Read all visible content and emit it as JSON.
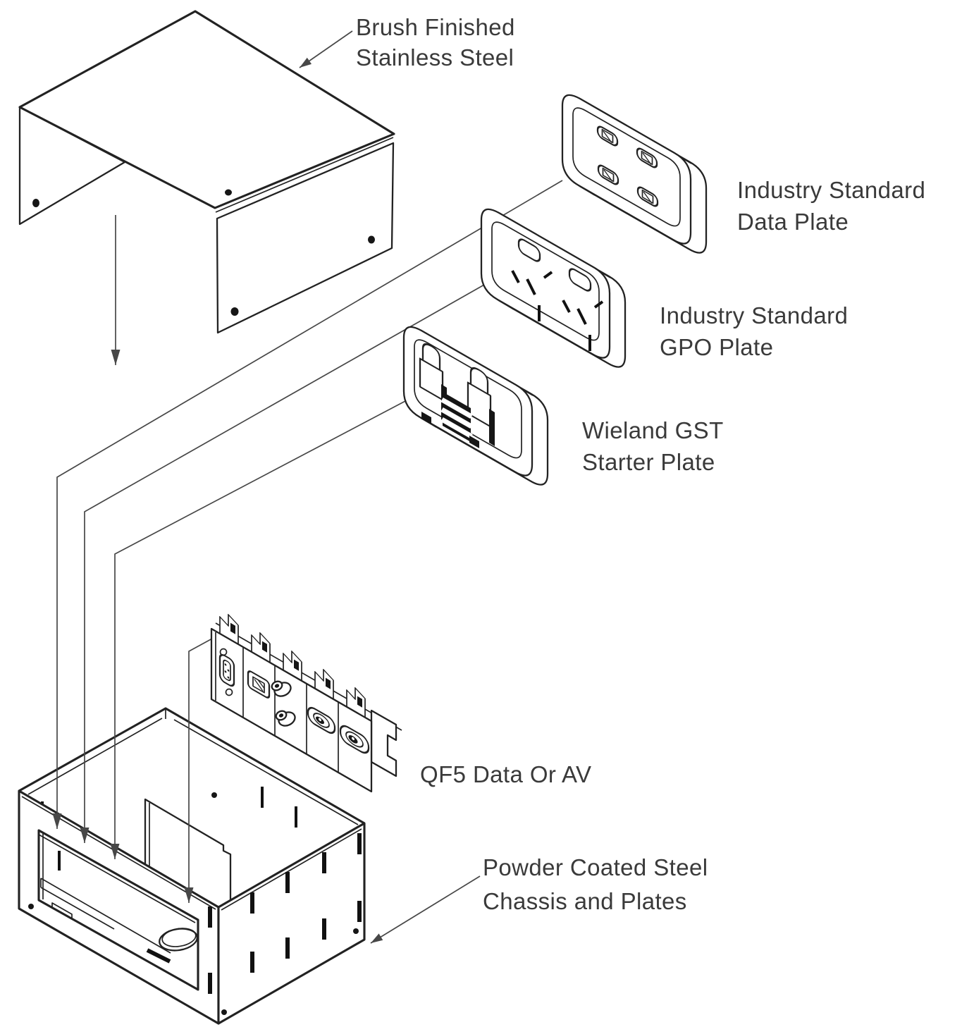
{
  "diagram": {
    "type": "exploded-assembly-diagram",
    "background": "#ffffff",
    "line_color": "#222222",
    "leader_color": "#474747",
    "text_color": "#3a3a3a",
    "labels": {
      "cover": {
        "line1": "Brush Finished",
        "line2": "Stainless Steel"
      },
      "data_plate": {
        "line1": "Industry Standard",
        "line2": "Data Plate"
      },
      "gpo_plate": {
        "line1": "Industry Standard",
        "line2": "GPO Plate"
      },
      "starter_plate": {
        "line1": "Wieland GST",
        "line2": "Starter Plate"
      },
      "qf5_module": {
        "line1": "QF5 Data Or AV"
      },
      "chassis": {
        "line1": "Powder Coated Steel",
        "line2": "Chassis and Plates"
      }
    }
  }
}
